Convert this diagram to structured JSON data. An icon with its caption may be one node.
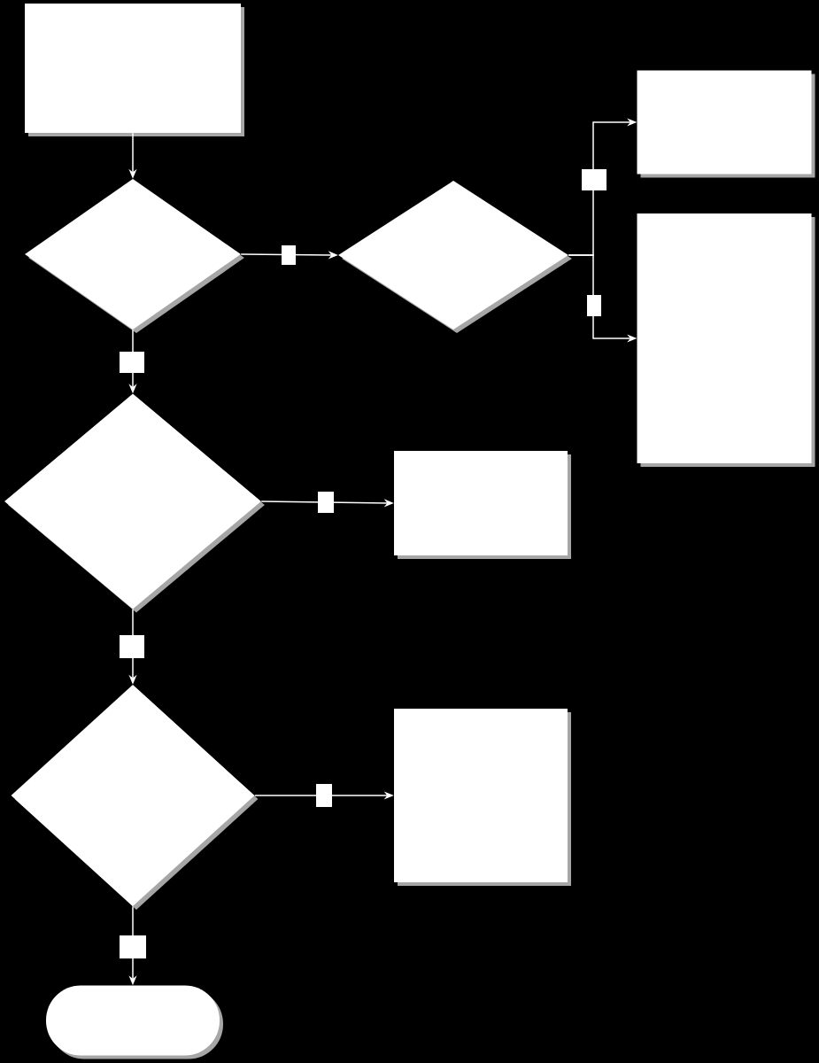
{
  "diagram": {
    "nodes": [
      {
        "text": [],
        "shape": "box"
      },
      {
        "text": [],
        "shape": "diamond"
      },
      {
        "text": [],
        "shape": "diamond"
      },
      {
        "text": [],
        "shape": "box"
      },
      {
        "text": [],
        "shape": "box"
      },
      {
        "text": [],
        "shape": "diamond"
      },
      {
        "text": [],
        "shape": "box"
      },
      {
        "text": [],
        "shape": "diamond"
      },
      {
        "text": [],
        "shape": "box"
      },
      {
        "text": [],
        "shape": "terminal"
      }
    ],
    "edges": [
      {
        "from": 0,
        "to": 1,
        "arrow": "to"
      },
      {
        "from": 1,
        "to": 2,
        "arrow": "to"
      },
      {
        "from": 1,
        "to": 5,
        "arrow": "to"
      },
      {
        "from": 2,
        "to": 3,
        "arrow": "to"
      },
      {
        "from": 2,
        "to": 4,
        "arrow": "to"
      },
      {
        "from": 5,
        "to": 6,
        "arrow": "to"
      },
      {
        "from": 5,
        "to": 7,
        "arrow": "to"
      },
      {
        "from": 7,
        "to": 8,
        "arrow": "to"
      },
      {
        "from": 7,
        "to": 9,
        "arrow": "to"
      }
    ]
  }
}
